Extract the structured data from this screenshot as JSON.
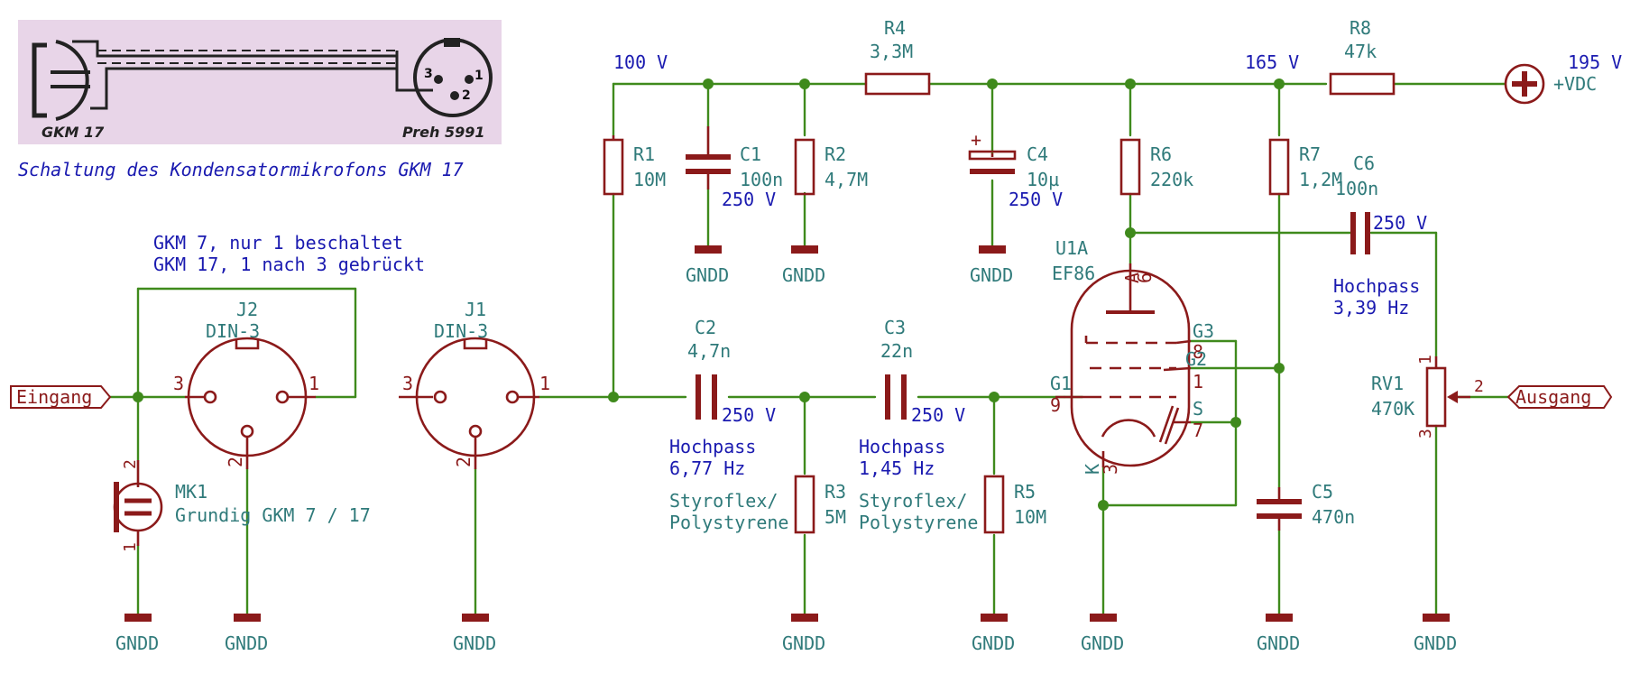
{
  "photo": {
    "left_label": "GKM 17",
    "right_label": "Preh 5991",
    "pin_3": "3",
    "pin_1": "1",
    "pin_2": "2"
  },
  "caption": "Schaltung des Kondensatormikrofons GKM 17",
  "rails": {
    "v100": "100 V",
    "v165": "165 V",
    "v195": "195 V",
    "vdc": "+VDC"
  },
  "notes": {
    "gkm_line1": "GKM  7, nur 1 beschaltet",
    "gkm_line2": "GKM 17, 1 nach 3 gebrückt",
    "hp1_line1": "Hochpass",
    "hp1_line2": "6,77 Hz",
    "hp2_line1": "Hochpass",
    "hp2_line2": "1,45 Hz",
    "hp3_line1": "Hochpass",
    "hp3_line2": "3,39 Hz",
    "styro1_line1": "Styroflex/",
    "styro1_line2": "Polystyrene",
    "styro2_line1": "Styroflex/",
    "styro2_line2": "Polystyrene"
  },
  "labels": {
    "input": "Eingang",
    "output": "Ausgang"
  },
  "gnd": "GNDD",
  "components": {
    "R1": {
      "ref": "R1",
      "value": "10M"
    },
    "C1": {
      "ref": "C1",
      "value": "100n",
      "voltage": "250 V"
    },
    "R2": {
      "ref": "R2",
      "value": "4,7M"
    },
    "R4": {
      "ref": "R4",
      "value": "3,3M"
    },
    "C4": {
      "ref": "C4",
      "value": "10µ",
      "voltage": "250 V"
    },
    "R6": {
      "ref": "R6",
      "value": "220k"
    },
    "R7": {
      "ref": "R7",
      "value": "1,2M"
    },
    "R8": {
      "ref": "R8",
      "value": "47k"
    },
    "C6": {
      "ref": "C6",
      "value": "100n",
      "voltage": "250 V"
    },
    "C2": {
      "ref": "C2",
      "value": "4,7n",
      "voltage": "250 V"
    },
    "C3": {
      "ref": "C3",
      "value": "22n",
      "voltage": "250 V"
    },
    "R3": {
      "ref": "R3",
      "value": "5M"
    },
    "R5": {
      "ref": "R5",
      "value": "10M"
    },
    "C5": {
      "ref": "C5",
      "value": "470n"
    },
    "RV1": {
      "ref": "RV1",
      "value": "470K"
    },
    "U1A": {
      "ref": "U1A",
      "value": "EF86"
    },
    "J1": {
      "ref": "J1",
      "value": "DIN-3"
    },
    "J2": {
      "ref": "J2",
      "value": "DIN-3"
    },
    "MK1": {
      "ref": "MK1",
      "value": "Grundig GKM 7 / 17"
    }
  },
  "tube_pins": {
    "A": "A",
    "p6": "6",
    "G3": "G3",
    "p8": "8",
    "G2": "G2",
    "p1": "1",
    "G1": "G1",
    "p9": "9",
    "S": "S",
    "p7": "7",
    "K": "K",
    "p3": "3"
  },
  "pins": {
    "j2_3": "3",
    "j2_1": "1",
    "j2_2": "2",
    "j1_3": "3",
    "j1_1": "1",
    "j1_2": "2",
    "mk_2": "2",
    "mk_1": "1",
    "rv_1": "1",
    "rv_2": "2",
    "rv_3": "3"
  }
}
